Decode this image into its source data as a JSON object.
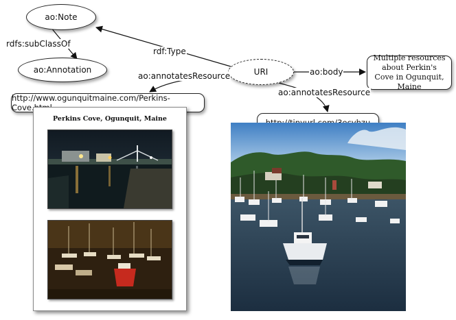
{
  "nodes": {
    "note": "ao:Note",
    "annotation": "ao:Annotation",
    "uri": "URI",
    "resources": "Multiple resources about Perkin's Cove in Ogunquit, Maine",
    "website": "http://www.ogunquitmaine.com/Perkins-Cove.html",
    "tinyurl": "http://tinyurl.com/3ecvhzu"
  },
  "edges": {
    "subclass": "rdfs:subClassOf",
    "type": "rdf:Type",
    "annotates_1": "ao:annotatesResource",
    "body": "ao:body",
    "annotates_2": "ao:annotatesResource"
  },
  "webpage": {
    "title": "Perkins Cove, Ogunquit, Maine"
  }
}
